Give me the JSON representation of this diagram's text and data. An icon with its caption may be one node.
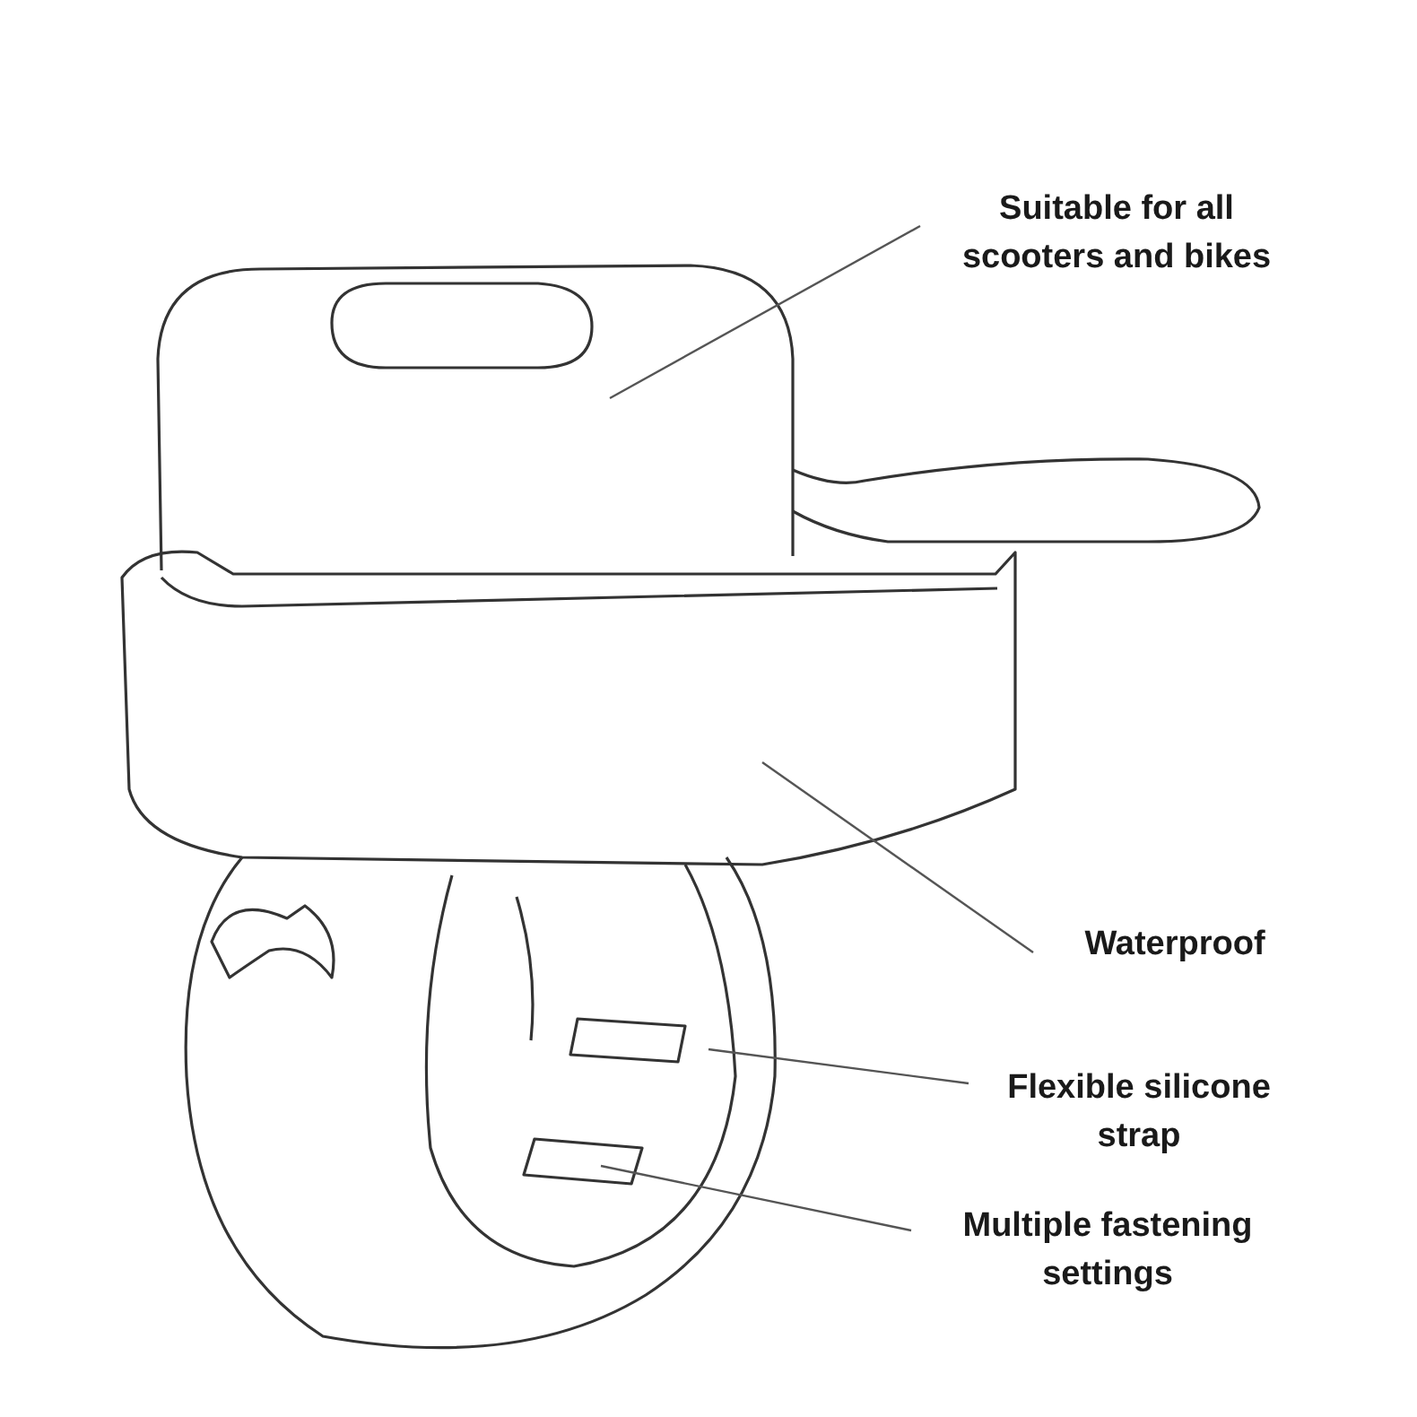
{
  "diagram": {
    "nodes": [
      {
        "text": [
          "Suitable for all scooters and bikes"
        ]
      },
      {
        "text": [
          "Waterproof"
        ]
      },
      {
        "text": [
          "Flexible silicone strap"
        ]
      },
      {
        "text": [
          "Multiple fastening settings"
        ]
      }
    ],
    "edges": [
      {
        "from": 0,
        "to": null,
        "arrow": "none"
      },
      {
        "from": 1,
        "to": null,
        "arrow": "none"
      },
      {
        "from": 2,
        "to": null,
        "arrow": "none"
      },
      {
        "from": 3,
        "to": null,
        "arrow": "none"
      }
    ]
  }
}
